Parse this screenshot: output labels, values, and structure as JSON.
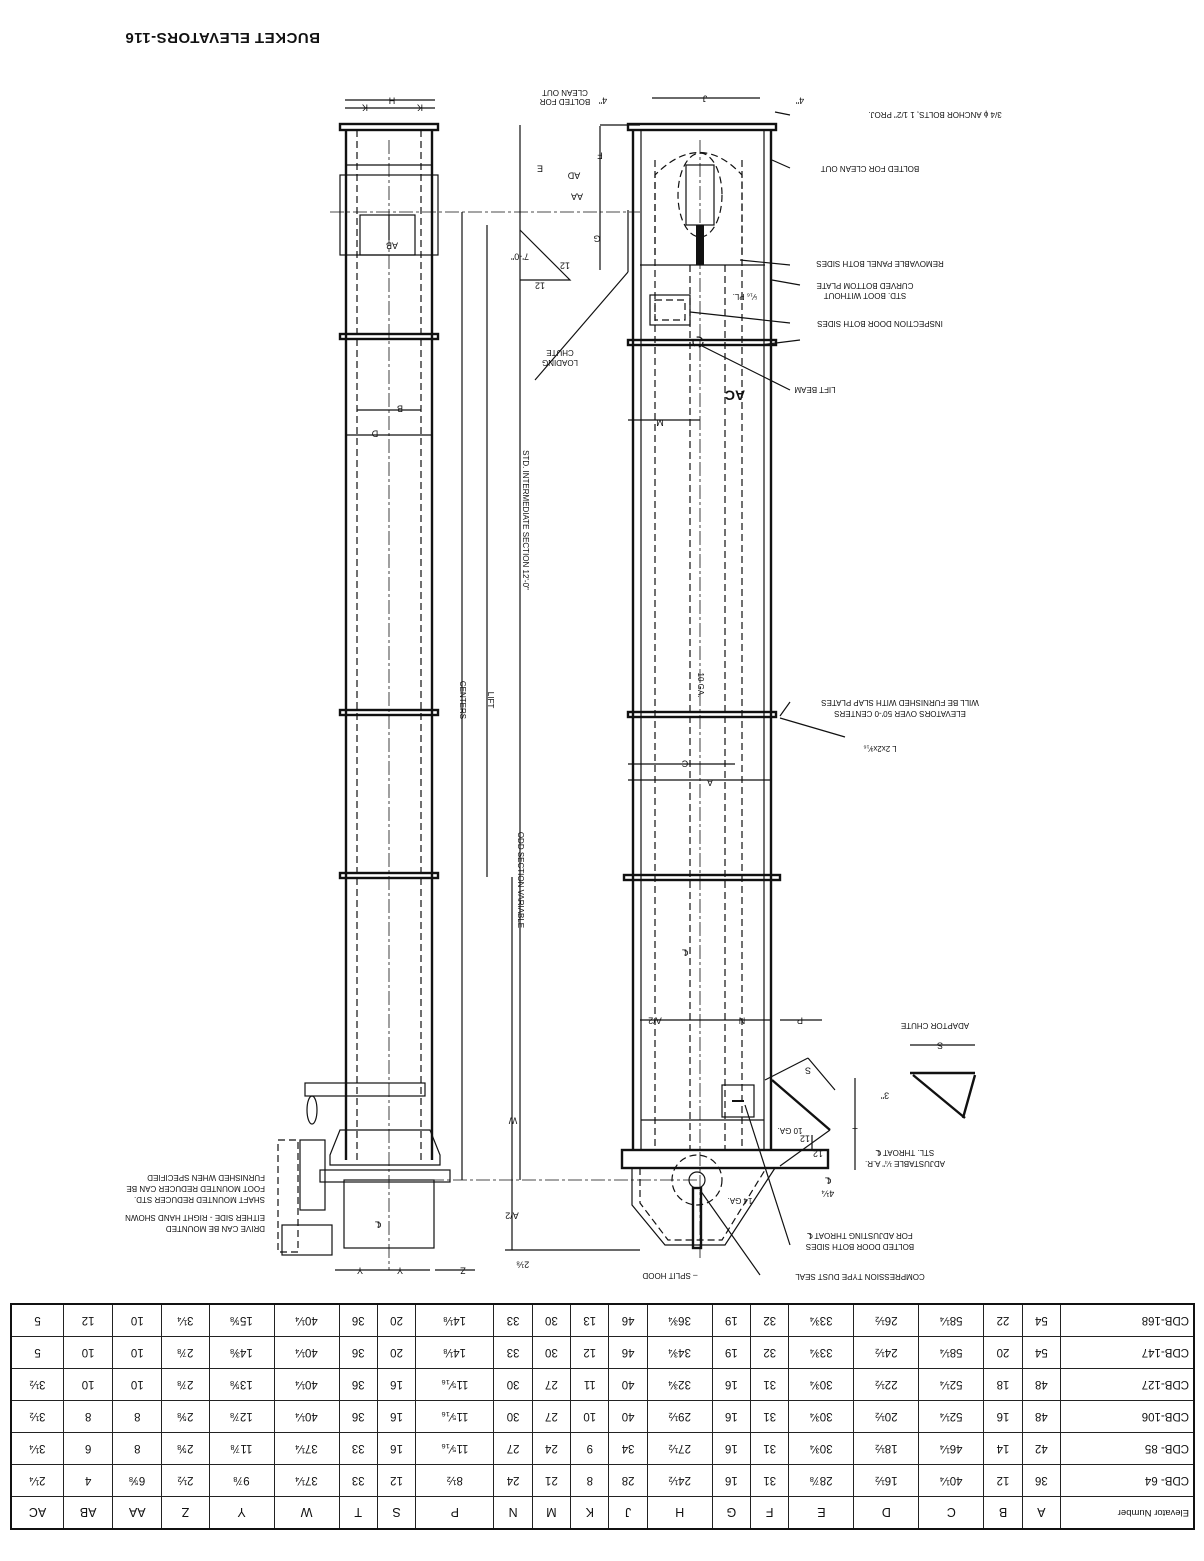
{
  "title": "BUCKET ELEVATORS-116",
  "table": {
    "first_header": "Elevator Number",
    "columns": [
      "A",
      "B",
      "C",
      "D",
      "E",
      "F",
      "G",
      "H",
      "J",
      "K",
      "M",
      "N",
      "P",
      "S",
      "T",
      "W",
      "Y",
      "Z",
      "AA",
      "AB",
      "AC"
    ],
    "rows": [
      {
        "elevator": "CDB- 64",
        "values": [
          "36",
          "12",
          "40¼",
          "16½",
          "28⅞",
          "31",
          "16",
          "24½",
          "28",
          "8",
          "21",
          "24",
          "8½",
          "12",
          "33",
          "37¼",
          "9⅞",
          "2½",
          "6⅝",
          "4",
          "2¼"
        ]
      },
      {
        "elevator": "CDB- 85",
        "values": [
          "42",
          "14",
          "46¼",
          "18½",
          "30¾",
          "31",
          "16",
          "27½",
          "34",
          "9",
          "24",
          "27",
          "11⁵⁄₁₆",
          "16",
          "33",
          "37¼",
          "11⅞",
          "2⅝",
          "8",
          "6",
          "3¼"
        ]
      },
      {
        "elevator": "CDB-106",
        "values": [
          "48",
          "16",
          "52¼",
          "20½",
          "30¾",
          "31",
          "16",
          "29½",
          "40",
          "10",
          "27",
          "30",
          "11⁵⁄₁₆",
          "16",
          "36",
          "40¼",
          "12⅞",
          "2⅝",
          "8",
          "8",
          "3½"
        ]
      },
      {
        "elevator": "CDB-127",
        "values": [
          "48",
          "18",
          "52¼",
          "22½",
          "30¾",
          "31",
          "16",
          "32¾",
          "40",
          "11",
          "27",
          "30",
          "11⁵⁄₁₆",
          "16",
          "36",
          "40¼",
          "13⅝",
          "2⅞",
          "10",
          "10",
          "3½"
        ]
      },
      {
        "elevator": "CDB-147",
        "values": [
          "54",
          "20",
          "58¼",
          "24½",
          "33¾",
          "32",
          "19",
          "34¾",
          "46",
          "12",
          "30",
          "33",
          "14⅛",
          "20",
          "36",
          "40¼",
          "14⅜",
          "2⅞",
          "10",
          "10",
          "5"
        ]
      },
      {
        "elevator": "CDB-168",
        "values": [
          "54",
          "22",
          "58¼",
          "26½",
          "33¾",
          "32",
          "19",
          "36¾",
          "46",
          "13",
          "30",
          "33",
          "14⅛",
          "20",
          "36",
          "40¼",
          "15⅝",
          "3¼",
          "10",
          "12",
          "5"
        ]
      }
    ]
  },
  "notes": {
    "anchor_bolts": "3/4 ϕ ANCHOR BOLTS, 1 1/2\" PROJ.",
    "bolted_clean_out": "BOLTED FOR CLEAN OUT",
    "bolted_for": "BOLTED FOR",
    "clean_out": "CLEAN OUT",
    "removable_panel": "REMOVABLE PANEL BOTH SIDES",
    "std_boot_1": "STD. BOOT WITHOUT",
    "std_boot_2": "CURVED BOTTOM PLATE",
    "plate": "⁵⁄₁₆ PL.",
    "inspection_door": "INSPECTION DOOR BOTH SIDES",
    "lift_beam": "LIFT BEAM",
    "loading_1": "LOADING",
    "loading_2": "CHUTE",
    "std_section": "STD. INTERMEDIATE SECTION 12'-0\"",
    "lift": "LIFT",
    "centers": "CENTERS",
    "odd_section": "ODD SECTION VARIABLE",
    "slap_1": "ELEVATORS OVER 50'-0 CENTERS",
    "slap_2": "WILL BE FURNISHED WITH SLAP PLATES",
    "angle": "L 2x2x³⁄₁₆",
    "adaptor_chute": "ADAPTOR CHUTE",
    "adjustable_1": "ADJUSTABLE ¼\" A.R.",
    "adjustable_2": "STL. THROAT ℄",
    "bolted_door_1": "BOLTED DOOR BOTH SIDES",
    "bolted_door_2": "FOR ADJUSTING THROAT ℄",
    "split_hood": "– SPLIT HOOD",
    "dust_seal": "COMPRESSION TYPE DUST SEAL",
    "ga10": "10 GA.",
    "ga14": "14 GA.",
    "drive_1": "DRIVE CAN BE MOUNTED",
    "drive_2": "EITHER SIDE - RIGHT HAND SHOWN",
    "drive_3": "SHAFT MOUNTED REDUCER STD.",
    "drive_4": "FOOT MOUNTED REDUCER CAN BE",
    "drive_5": "FURNISHED WHEN SPECIFIED"
  },
  "dims": {
    "four_in": "4\"",
    "J": "J",
    "F": "F",
    "E": "E",
    "AD": "AD",
    "AA": "AA",
    "G": "G",
    "seven_ft": "7'-0\"",
    "twelve": "12",
    "M": "M",
    "AC": "AC",
    "C": "C",
    "A": "A",
    "cl": "℄",
    "A2": "A/2",
    "N": "N",
    "P": "P",
    "S": "S",
    "three_in": "3\"",
    "W": "W",
    "T": "T",
    "four_quarter": "4¼",
    "two_eighth": "2⅛",
    "H": "H",
    "K": "K",
    "AB": "AB",
    "B": "B",
    "D": "D",
    "Y": "Y",
    "Z": "Z"
  }
}
